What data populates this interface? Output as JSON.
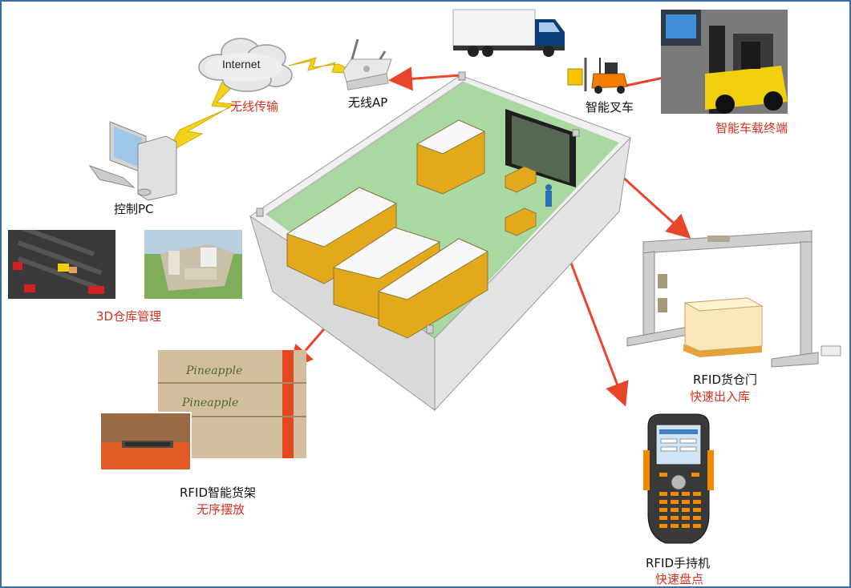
{
  "cloud": {
    "text": "Internet",
    "caption": "无线传输"
  },
  "ap": {
    "label": "无线AP"
  },
  "pc": {
    "label": "控制PC"
  },
  "forklift": {
    "label": "智能叉车"
  },
  "forklift_terminal": {
    "caption": "智能车载终端"
  },
  "warehouse3d": {
    "caption": "3D仓库管理"
  },
  "rfid_shelf": {
    "title": "RFID智能货架",
    "caption": "无序摆放",
    "box_text": "Pineapple"
  },
  "rfid_door": {
    "title": "RFID货仓门",
    "caption": "快速出入库"
  },
  "rfid_handheld": {
    "title": "RFID手持机",
    "caption": "快速盘点"
  },
  "colors": {
    "accent_red": "#d8301f",
    "arrow_red": "#e8452a",
    "lightning": "#f3d21a",
    "frame_border": "#3b6ea8",
    "shelf_yellow": "#e4a81b",
    "floor_green": "#a9d8a0"
  }
}
